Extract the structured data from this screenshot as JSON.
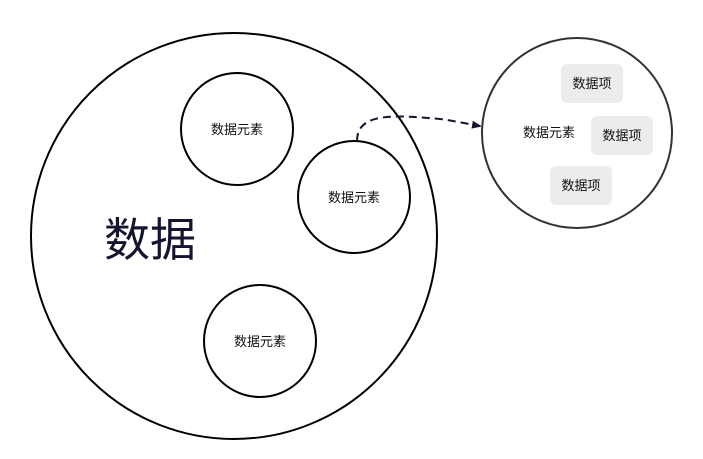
{
  "diagram": {
    "outer_label": "数据",
    "elements": [
      {
        "label": "数据元素"
      },
      {
        "label": "数据元素"
      },
      {
        "label": "数据元素"
      }
    ],
    "detail": {
      "label": "数据元素",
      "items": [
        {
          "label": "数据项"
        },
        {
          "label": "数据项"
        },
        {
          "label": "数据项"
        }
      ]
    }
  },
  "colors": {
    "stroke": "#000000",
    "detail_stroke": "#333333",
    "arrow": "#14142e",
    "item_fill": "#edebee",
    "text": "#111111",
    "title_text": "#14142e"
  }
}
